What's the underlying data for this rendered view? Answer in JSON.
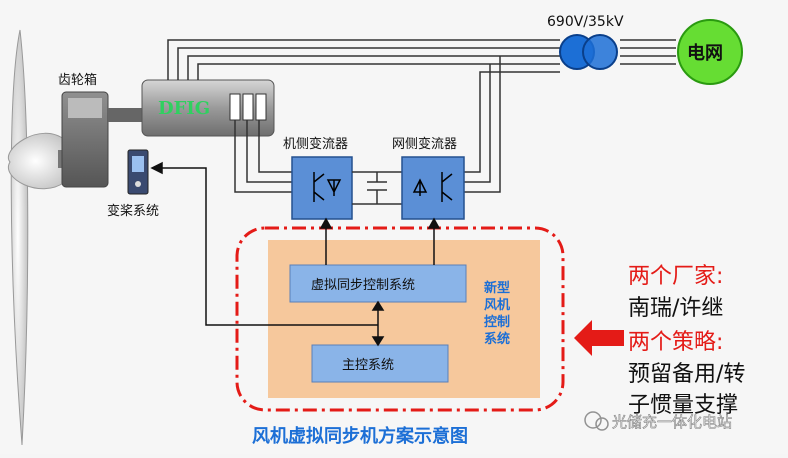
{
  "labels": {
    "gearbox": "齿轮箱",
    "generator": "DFIG",
    "pitch_system": "变桨系统",
    "transformer_rating": "690V/35kV",
    "grid": "电网",
    "machine_side_converter": "机侧变流器",
    "grid_side_converter": "网侧变流器",
    "virtual_sync_control": "虚拟同步控制系统",
    "main_control": "主控系统",
    "new_control_lines": [
      "新型",
      "风机",
      "控制",
      "系统"
    ],
    "caption": "风机虚拟同步机方案示意图"
  },
  "side_panel": {
    "manufacturers_title": "两个厂家:",
    "manufacturers": "南瑞/许继",
    "strategies_title": "两个策略:",
    "strategies_line1": "预留备用/转",
    "strategies_line2": "子惯量支撑"
  },
  "watermark": "光储充一体化电站",
  "colors": {
    "converter_blue": "#5b8fd6",
    "control_box_blue": "#8ab4e8",
    "orange_panel": "#f6c89c",
    "red_dash": "#e41b17",
    "grid_green": "#66dd33",
    "transformer_blue": "#1c6fd6"
  }
}
